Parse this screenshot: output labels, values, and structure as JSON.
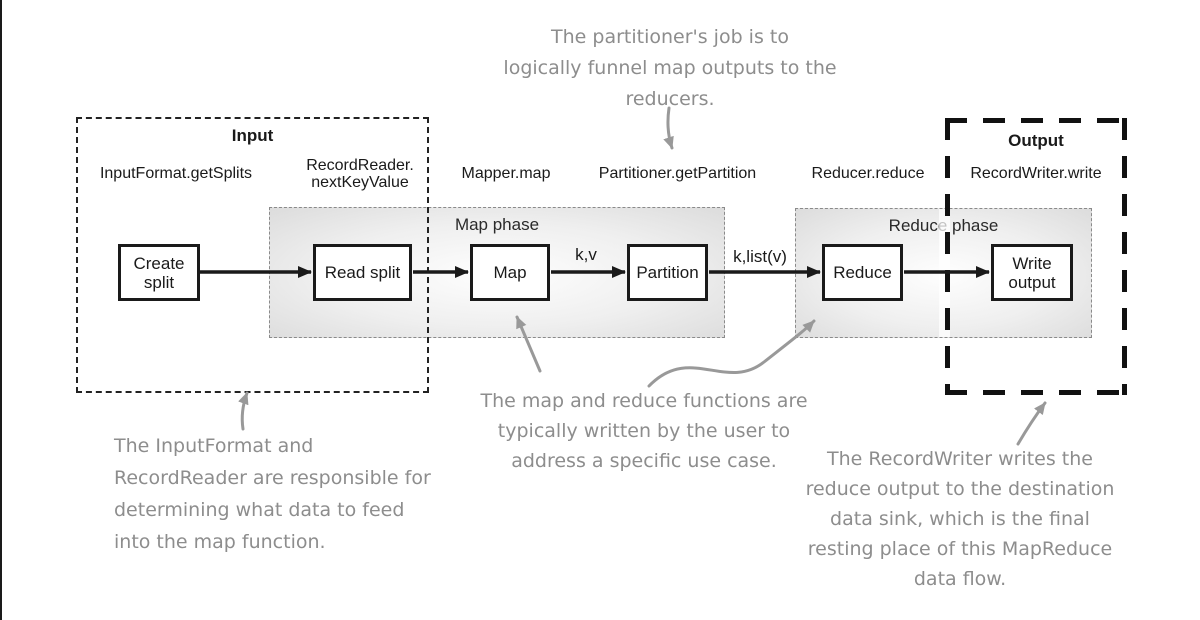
{
  "colors": {
    "ink": "#1a1a1a",
    "annotation_gray": "#8d8d8d",
    "arrow_gray": "#999999",
    "phase_fill_edge": "#dcdcdc",
    "phase_fill_center": "#fefefe"
  },
  "groups": {
    "input": {
      "title": "Input"
    },
    "output": {
      "title": "Output"
    }
  },
  "api_labels": {
    "input_format": "InputFormat.getSplits",
    "record_reader": "RecordReader.\nnextKeyValue",
    "mapper": "Mapper.map",
    "partitioner": "Partitioner.getPartition",
    "reducer": "Reducer.reduce",
    "record_writer": "RecordWriter.write"
  },
  "phases": {
    "map": {
      "label": "Map phase"
    },
    "reduce": {
      "label": "Reduce phase"
    }
  },
  "steps": {
    "create_split": "Create split",
    "read_split": "Read split",
    "map": "Map",
    "partition": "Partition",
    "reduce": "Reduce",
    "write_output": "Write output"
  },
  "edge_labels": {
    "map_output": "k,v",
    "partition_output": "k,list(v)"
  },
  "annotations": {
    "partitioner_note": "The partitioner's job is to\nlogically funnel map outputs to the\nreducers.",
    "input_note": "The InputFormat and\nRecordReader are responsible for\ndetermining what data to feed\ninto the map function.",
    "user_code_note": "The map and reduce functions are\ntypically written by the user to\naddress a specific use case.",
    "record_writer_note": "The RecordWriter writes the\nreduce output to the destination\ndata sink, which is the final\nresting place of this MapReduce\ndata flow."
  }
}
